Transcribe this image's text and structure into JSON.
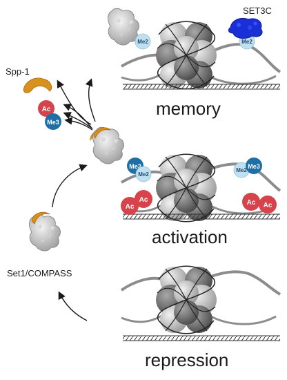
{
  "labels": {
    "spp1": "Spp-1",
    "set3c": "SET3C",
    "compass": "Set1/COMPASS",
    "memory": "memory",
    "activation": "activation",
    "repression": "repression"
  },
  "marks": {
    "ac": "Ac",
    "me3": "Me3",
    "me2": "Me2"
  },
  "colors": {
    "acetyl": "#d6434b",
    "me3": "#1f6fa6",
    "me2": "#bfe0f0",
    "spp1": "#d9901c",
    "set3c": "#1a2fd6",
    "histone_dark": "#6a6a6a",
    "histone_light": "#c8c8c8",
    "dna": "#8c8c8c"
  }
}
